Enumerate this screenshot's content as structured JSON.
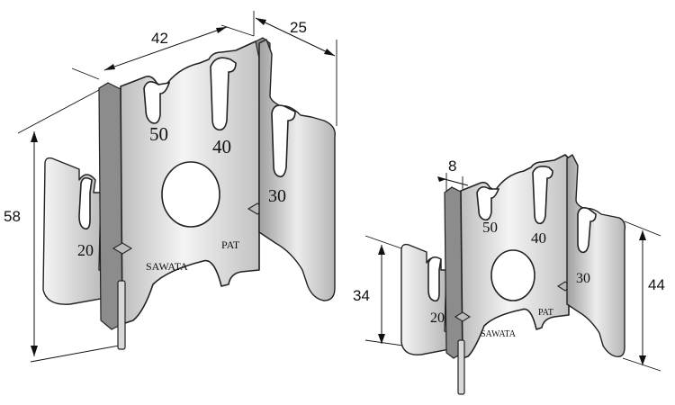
{
  "large_bracket": {
    "dimensions": {
      "width": "42",
      "depth": "25",
      "height": "58"
    },
    "slot_labels": {
      "s20": "20",
      "s30": "30",
      "s40": "40",
      "s50": "50"
    },
    "brand": "SAWATA",
    "patent": "PAT"
  },
  "small_bracket": {
    "dimensions": {
      "thickness": "8",
      "left_height": "34",
      "right_height": "44"
    },
    "slot_labels": {
      "s20": "20",
      "s30": "30",
      "s40": "40",
      "s50": "50"
    },
    "brand": "SAWATA",
    "patent": "PAT"
  },
  "colors": {
    "metal_light": "#f2f2f2",
    "metal_dark": "#a8a8a8",
    "outline": "#222222"
  }
}
